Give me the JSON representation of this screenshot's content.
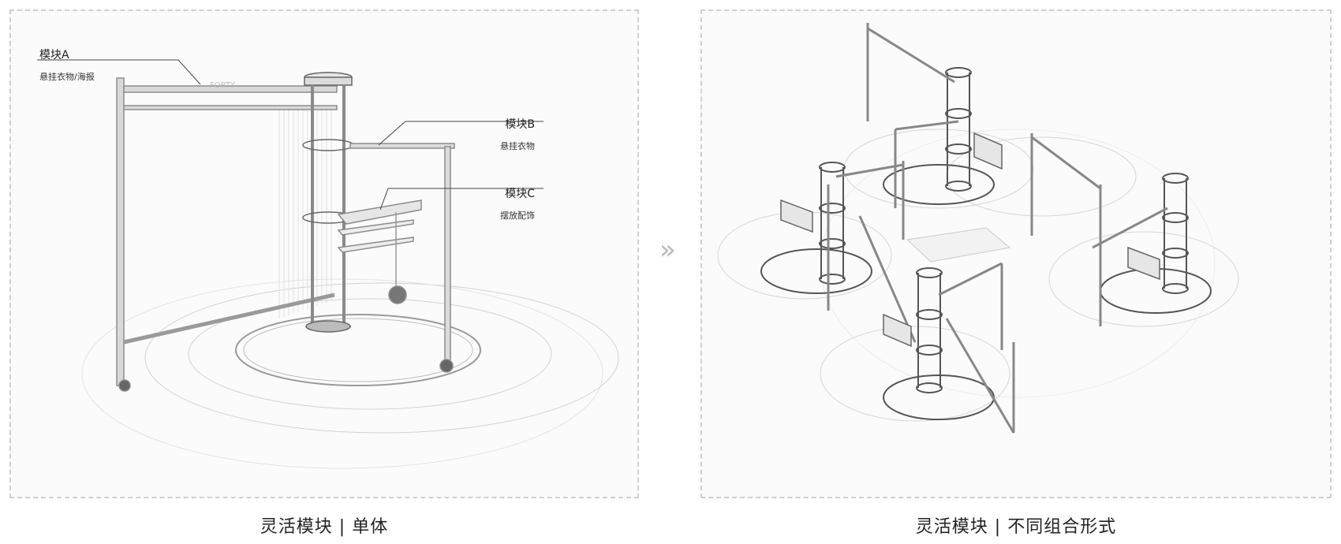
{
  "left_panel": {
    "caption": "灵活模块 | 单体",
    "labels": {
      "a": {
        "title": "模块A",
        "subtitle": "悬挂衣物/海报"
      },
      "b": {
        "title": "模块B",
        "subtitle": "悬挂衣物"
      },
      "c": {
        "title": "模块C",
        "subtitle": "摆放配饰"
      }
    },
    "sign_text": "FORTY"
  },
  "right_panel": {
    "caption": "灵活模块 | 不同组合形式"
  },
  "divider_icon": "double-chevron-right-icon",
  "colors": {
    "frame": "#8c8c8c",
    "frame_dark": "#555555",
    "guide": "#c8c8c8",
    "border": "#cfcfcf"
  }
}
